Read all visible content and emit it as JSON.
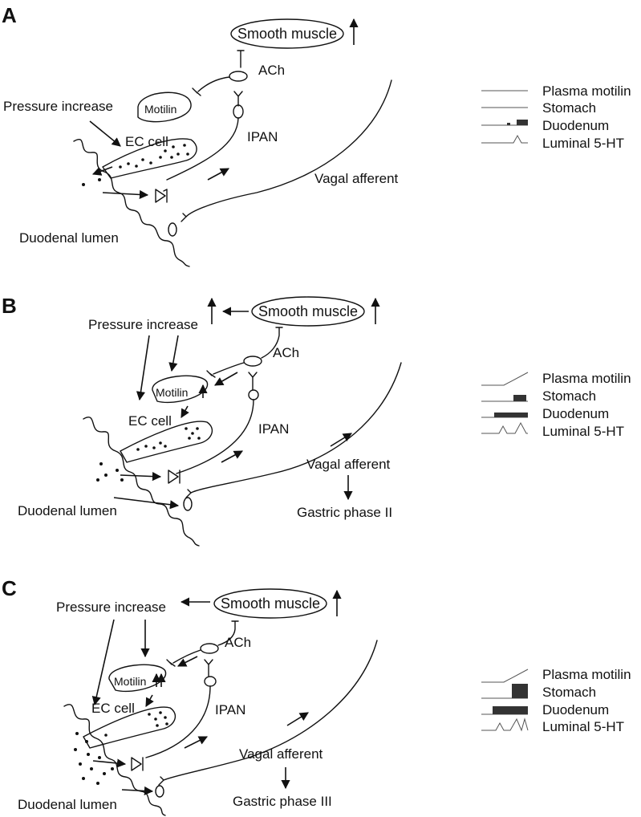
{
  "panels": [
    {
      "letter": "A",
      "pressure": "Pressure increase",
      "smooth_muscle": "Smooth muscle",
      "ach": "ACh",
      "motilin": "Motilin",
      "motilin_arrows": 0,
      "ec_cell": "EC cell",
      "ipan": "IPAN",
      "vagal_afferent": "Vagal afferent",
      "duodenal_lumen": "Duodenal lumen",
      "gastric_phase": "",
      "legend": [
        "Plasma motilin",
        "Stomach",
        "Duodenum",
        "Luminal 5-HT"
      ]
    },
    {
      "letter": "B",
      "pressure": "Pressure increase",
      "smooth_muscle": "Smooth muscle",
      "ach": "ACh",
      "motilin": "Motilin",
      "motilin_arrows": 1,
      "ec_cell": "EC cell",
      "ipan": "IPAN",
      "vagal_afferent": "Vagal afferent",
      "duodenal_lumen": "Duodenal lumen",
      "gastric_phase": "Gastric phase II",
      "legend": [
        "Plasma motilin",
        "Stomach",
        "Duodenum",
        "Luminal 5-HT"
      ]
    },
    {
      "letter": "C",
      "pressure": "Pressure increase",
      "smooth_muscle": "Smooth muscle",
      "ach": "ACh",
      "motilin": "Motilin",
      "motilin_arrows": 2,
      "ec_cell": "EC cell",
      "ipan": "IPAN",
      "vagal_afferent": "Vagal afferent",
      "duodenal_lumen": "Duodenal lumen",
      "gastric_phase": "Gastric phase III",
      "legend": [
        "Plasma motilin",
        "Stomach",
        "Duodenum",
        "Luminal 5-HT"
      ]
    }
  ]
}
